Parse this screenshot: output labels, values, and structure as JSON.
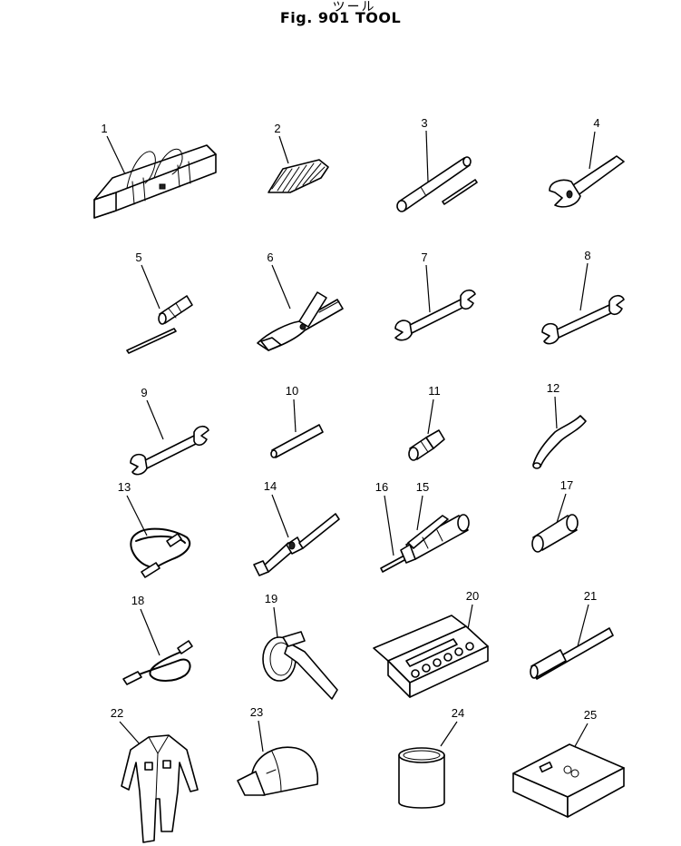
{
  "header": {
    "japanese_title": "ツール",
    "figure_title": "Fig. 901  TOOL"
  },
  "parts": [
    {
      "num": "1",
      "icon": "tool-bag-icon"
    },
    {
      "num": "2",
      "icon": "hex-key-set-icon"
    },
    {
      "num": "3",
      "icon": "box-wrench-icon"
    },
    {
      "num": "4",
      "icon": "adjustable-wrench-icon"
    },
    {
      "num": "5",
      "icon": "screwdriver-icon"
    },
    {
      "num": "6",
      "icon": "pliers-icon"
    },
    {
      "num": "7",
      "icon": "open-end-wrench-icon"
    },
    {
      "num": "8",
      "icon": "open-end-wrench-icon"
    },
    {
      "num": "9",
      "icon": "open-end-wrench-icon"
    },
    {
      "num": "10",
      "icon": "bar-icon"
    },
    {
      "num": "11",
      "icon": "adapter-icon"
    },
    {
      "num": "12",
      "icon": "bent-bar-icon"
    },
    {
      "num": "13",
      "icon": "hose-icon"
    },
    {
      "num": "14",
      "icon": "valve-tool-icon"
    },
    {
      "num": "15",
      "icon": "grease-gun-icon"
    },
    {
      "num": "16",
      "icon": "nozzle-pipe-icon"
    },
    {
      "num": "17",
      "icon": "cylinder-icon"
    },
    {
      "num": "18",
      "icon": "hose-icon"
    },
    {
      "num": "19",
      "icon": "filter-wrench-icon"
    },
    {
      "num": "20",
      "icon": "socket-set-case-icon"
    },
    {
      "num": "21",
      "icon": "handle-icon"
    },
    {
      "num": "22",
      "icon": "coverall-icon"
    },
    {
      "num": "23",
      "icon": "cap-icon"
    },
    {
      "num": "24",
      "icon": "can-icon"
    },
    {
      "num": "25",
      "icon": "first-aid-box-icon"
    }
  ]
}
